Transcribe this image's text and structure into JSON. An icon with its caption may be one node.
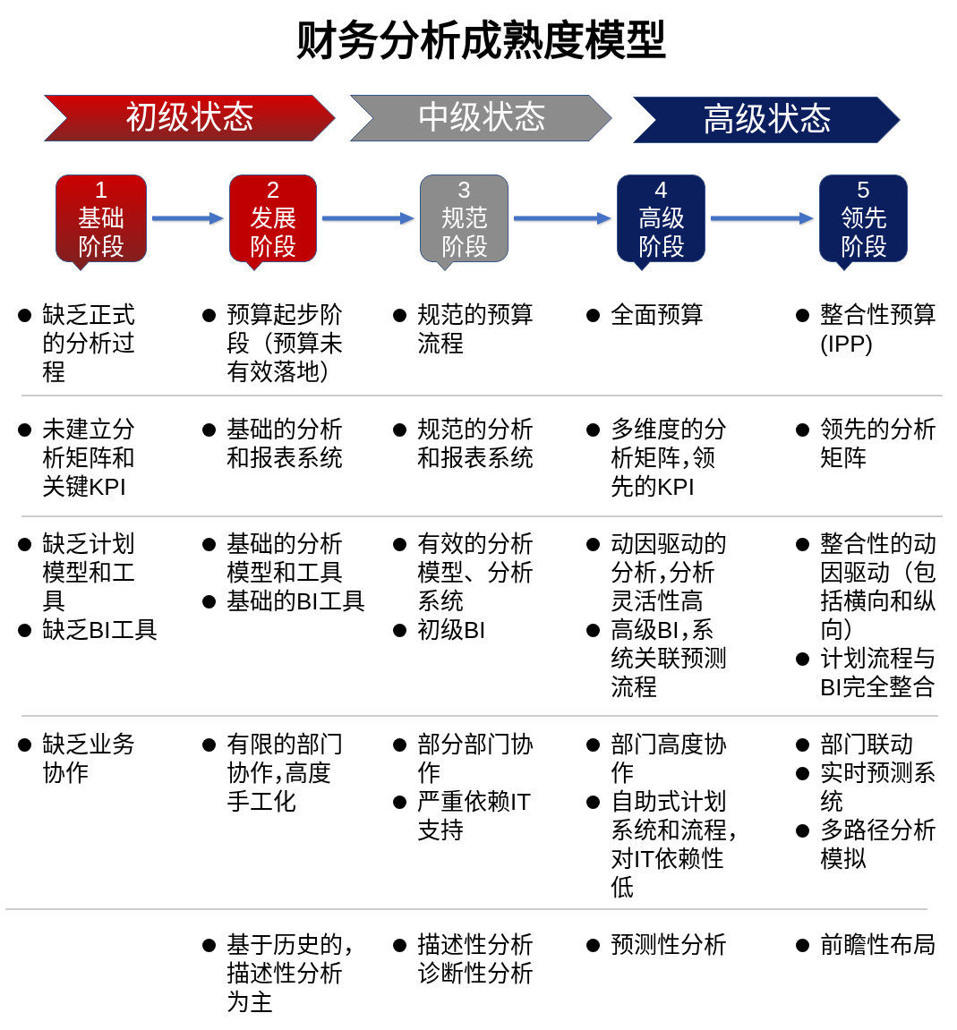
{
  "diagram": {
    "title": "财务分析成熟度模型",
    "nodes": [
      {
        "text": [
          "初级状态"
        ]
      },
      {
        "text": [
          "中级状态"
        ]
      },
      {
        "text": [
          "高级状态"
        ]
      },
      {
        "text": [
          "1",
          "基础阶段"
        ]
      },
      {
        "text": [
          "2",
          "发展阶段"
        ]
      },
      {
        "text": [
          "3",
          "规范阶段"
        ]
      },
      {
        "text": [
          "4",
          "高级阶段"
        ]
      },
      {
        "text": [
          "5",
          "领先阶段"
        ]
      }
    ],
    "edges": [
      {
        "from": 3,
        "to": 4,
        "arrow": "to"
      },
      {
        "from": 4,
        "to": 5,
        "arrow": "to"
      },
      {
        "from": 5,
        "to": 6,
        "arrow": "to"
      },
      {
        "from": 6,
        "to": 7,
        "arrow": "to"
      }
    ],
    "labels": [
      "缺乏正式的分析过程",
      "预算起步阶段（预算未有效落地）",
      "规范的预算流程",
      "全面预算",
      "整合性预算(IPP)",
      "未建立分析矩阵和关键KPI",
      "基础的分析和报表系统",
      "规范的分析和报表系统",
      "多维度的分析矩阵，领先的KPI",
      "领先的分析矩阵",
      "缺乏计划模型和工具",
      "缺乏BI工具",
      "基础的分析模型和工具",
      "基础的BI工具",
      "有效的分析模型、分析系统",
      "初级BI",
      "动因驱动的分析，分析灵活性高",
      "高级BI，系统关联预测流程",
      "整合性的动因驱动（包括横向和纵向）",
      "计划流程与BI完全整合",
      "缺乏业务协作",
      "有限的部门协作，高度手工化",
      "部分部门协作",
      "严重依赖IT支持",
      "部门高度协作",
      "自助式计划系统和流程，对IT依赖性低",
      "部门联动",
      "实时预测系统",
      "多路径分析模拟",
      "基于历史的，描述性分析为主",
      "描述性分析诊断性分析",
      "预测性分析",
      "前瞻性布局"
    ]
  }
}
